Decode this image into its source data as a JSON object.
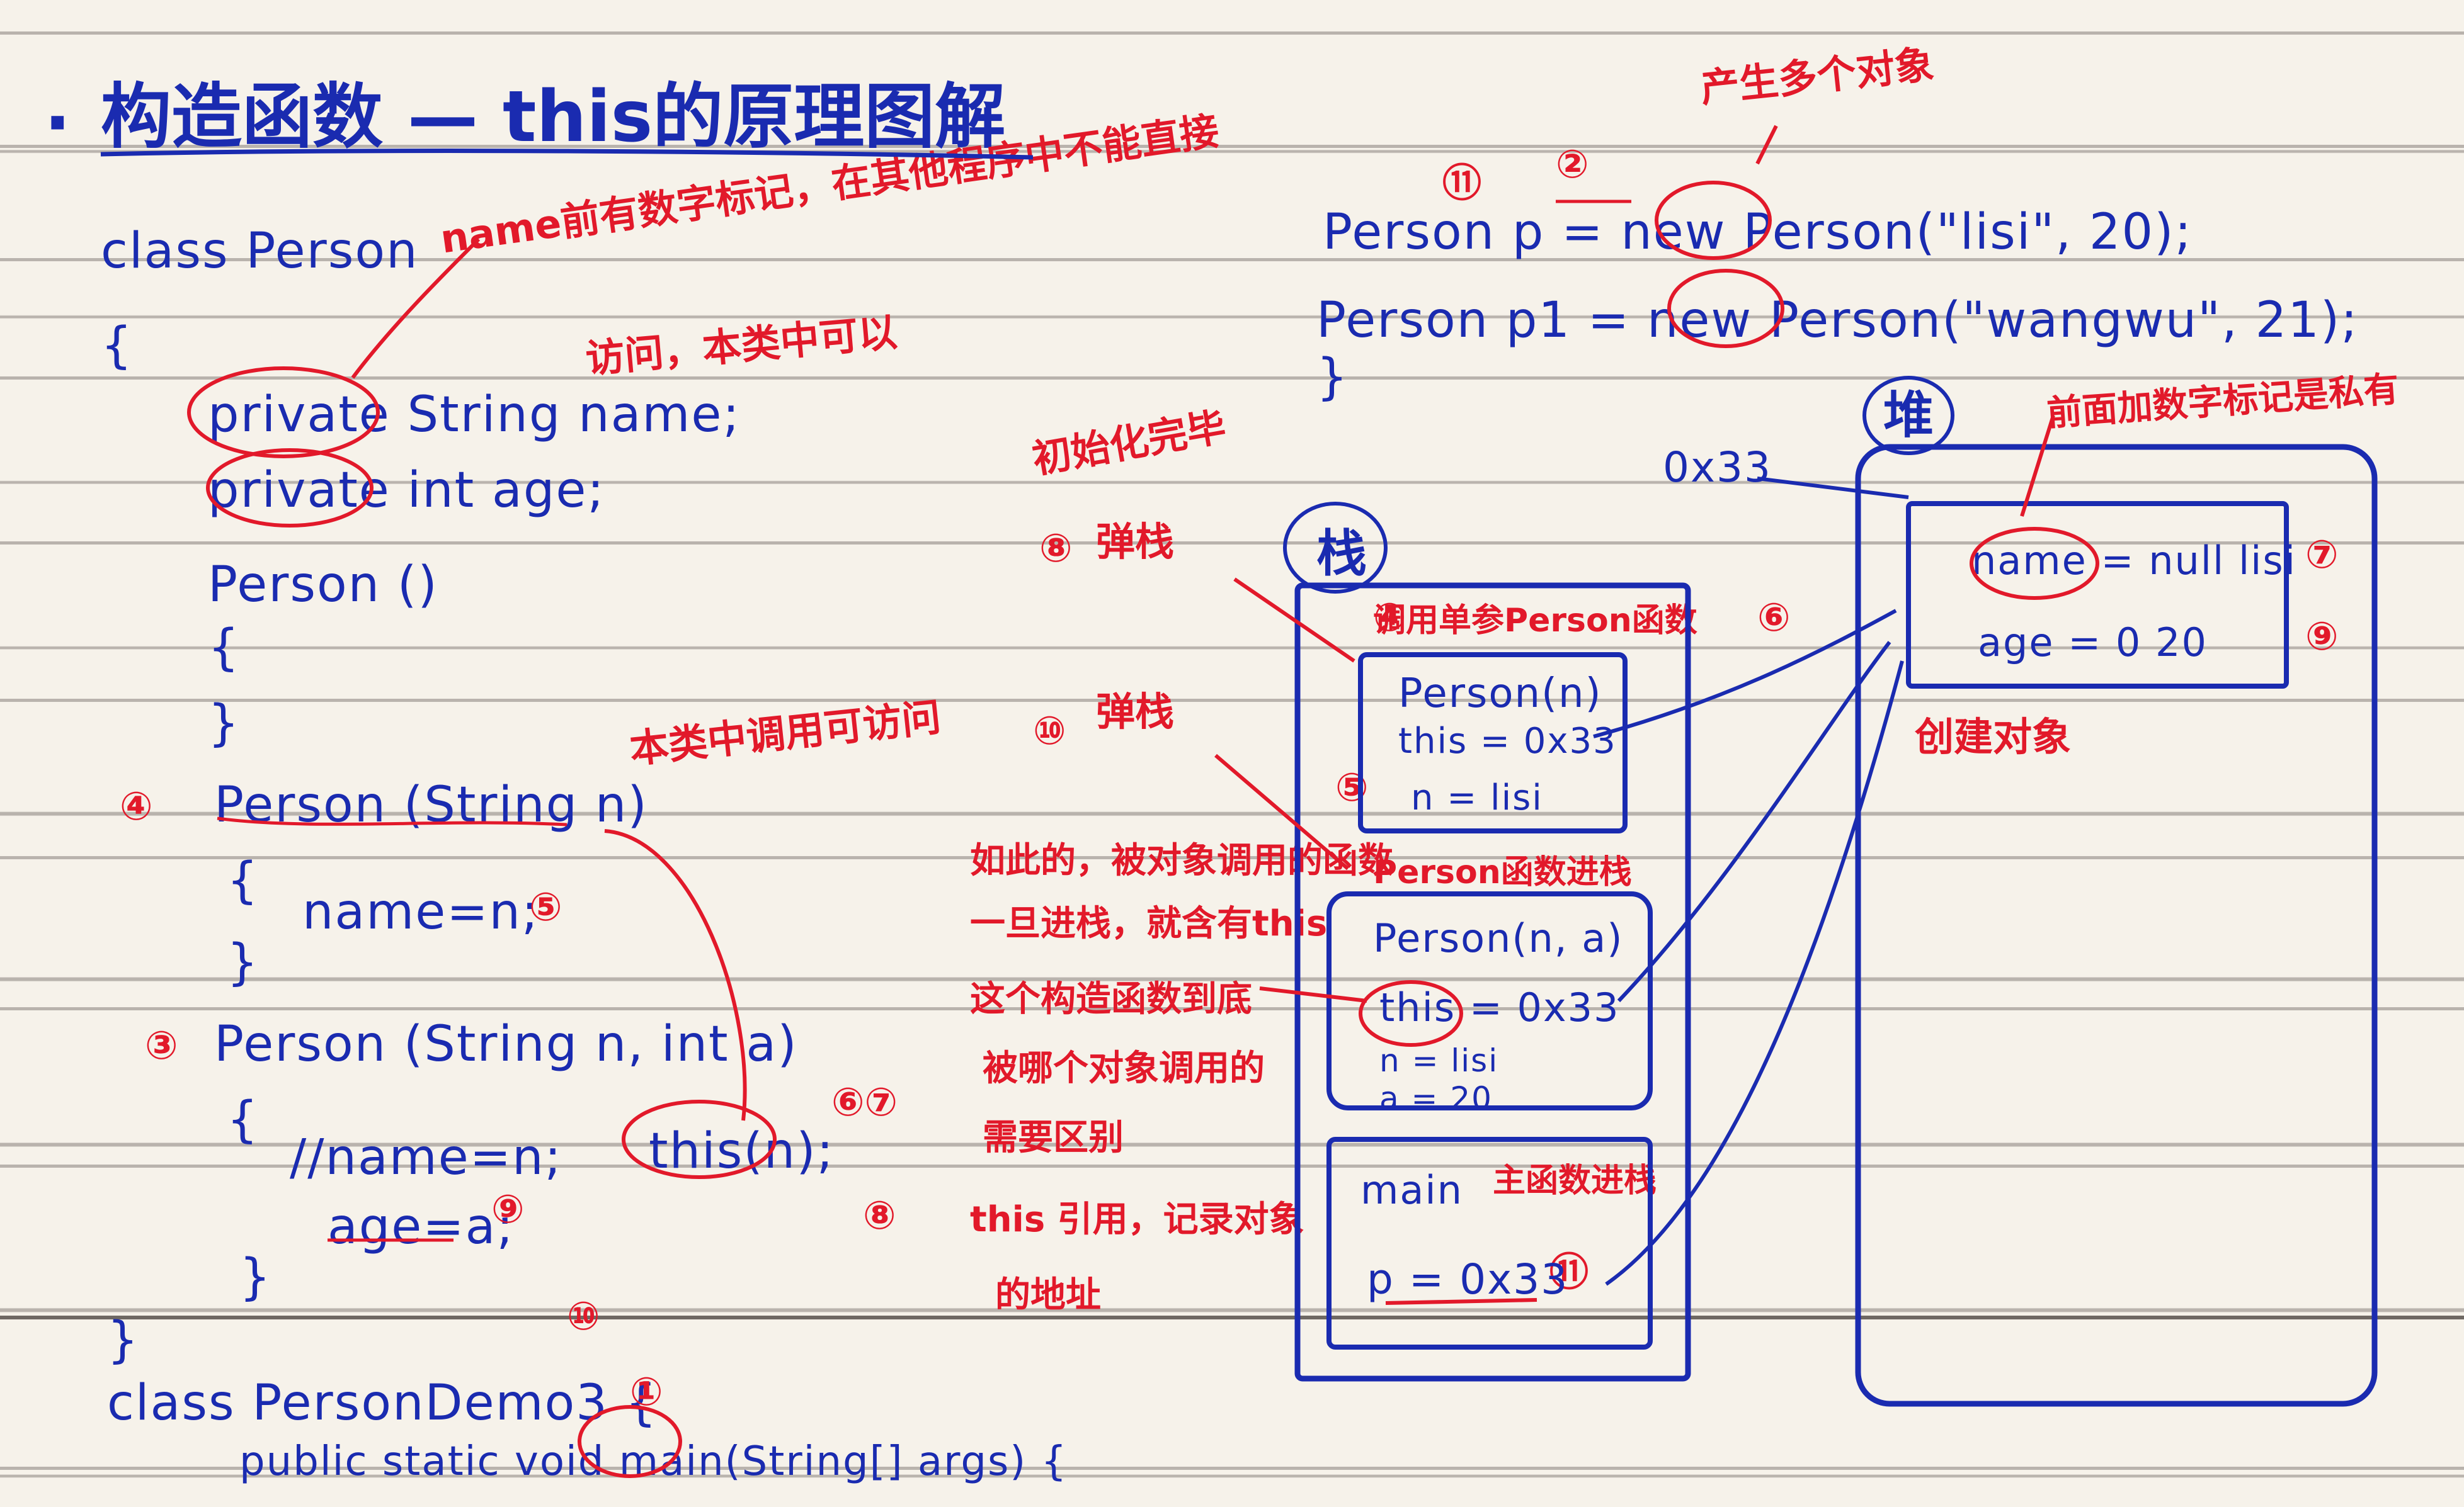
{
  "title": "构造函数 — this的原理图解",
  "bullet": "·",
  "code": {
    "class_person": "class Person",
    "open_brace": "{",
    "private_name": "private String name;",
    "private_age": "private int age;",
    "ctor0": "Person ()",
    "ctor0_open": "{",
    "ctor0_close": "}",
    "ctor1": "Person (String n)",
    "ctor1_open": "{",
    "ctor1_body": "name=n;",
    "ctor1_close": "}",
    "ctor2": "Person (String n, int a)",
    "ctor2_open": "{",
    "ctor2_body1": "//name=n;",
    "ctor2_this": "this(n);",
    "ctor2_body2": "age=a;",
    "ctor2_close": "}",
    "close_brace": "}",
    "class_demo": "class PersonDemo3 {",
    "main_sig": "public static void main(String[] args) {",
    "new_p": "Person p = new Person(\"lisi\", 20);",
    "new_p1": "Person p1 = new Person(\"wangwu\", 21);",
    "close_main": "}"
  },
  "notes": {
    "private_note_1": "name前有数字标记，在其他程序中不能直接",
    "private_note_2": "访问，本类中可以",
    "ctor1_note": "本类中调用可访问",
    "create_two": "产生多个对象",
    "heap_note": "前面加数字标记是私有",
    "init_done": "初始化完毕",
    "pop_8": "弹栈",
    "pop_10": "弹栈",
    "this_explain_1": "如此的，被对象调用的函数",
    "this_explain_2": "一旦进栈，就含有this",
    "this_explain_3": "这个构造函数到底",
    "this_explain_4": "被哪个对象调用的",
    "this_explain_5": "需要区别",
    "this_ref_1": "this 引用，记录对象",
    "this_ref_2": "的地址",
    "step4_note": "调用单参Person函数",
    "step3_note": "Person函数进栈",
    "step1_note": "主函数进栈",
    "step2_note": "创建对象"
  },
  "markers": {
    "m1": "①",
    "m2": "②",
    "m3": "③",
    "m4": "④",
    "m5": "⑤",
    "m6": "⑥",
    "m7": "⑦",
    "m8": "⑧",
    "m9": "⑨",
    "m10": "⑩",
    "m11": "⑪",
    "m67": "⑥⑦"
  },
  "stack": {
    "label": "栈",
    "frame1_title": "Person(n)",
    "frame1_this": "this = 0x33",
    "frame1_n": "n = lisi",
    "frame2_title": "Person(n, a)",
    "frame2_this": "this = 0x33",
    "frame2_n": "n = lisi",
    "frame2_a": "a = 20",
    "frame3_title": "main",
    "frame3_p": "p = 0x33"
  },
  "heap": {
    "label": "堆",
    "address": "0x33",
    "name_field": "name = null lisi",
    "age_field": "age = 0 20"
  },
  "colors": {
    "ink_blue": "#1a2bb0",
    "ink_red": "#e2192a",
    "paper": "#f6f2ea",
    "rule": "#b9b3ad"
  }
}
